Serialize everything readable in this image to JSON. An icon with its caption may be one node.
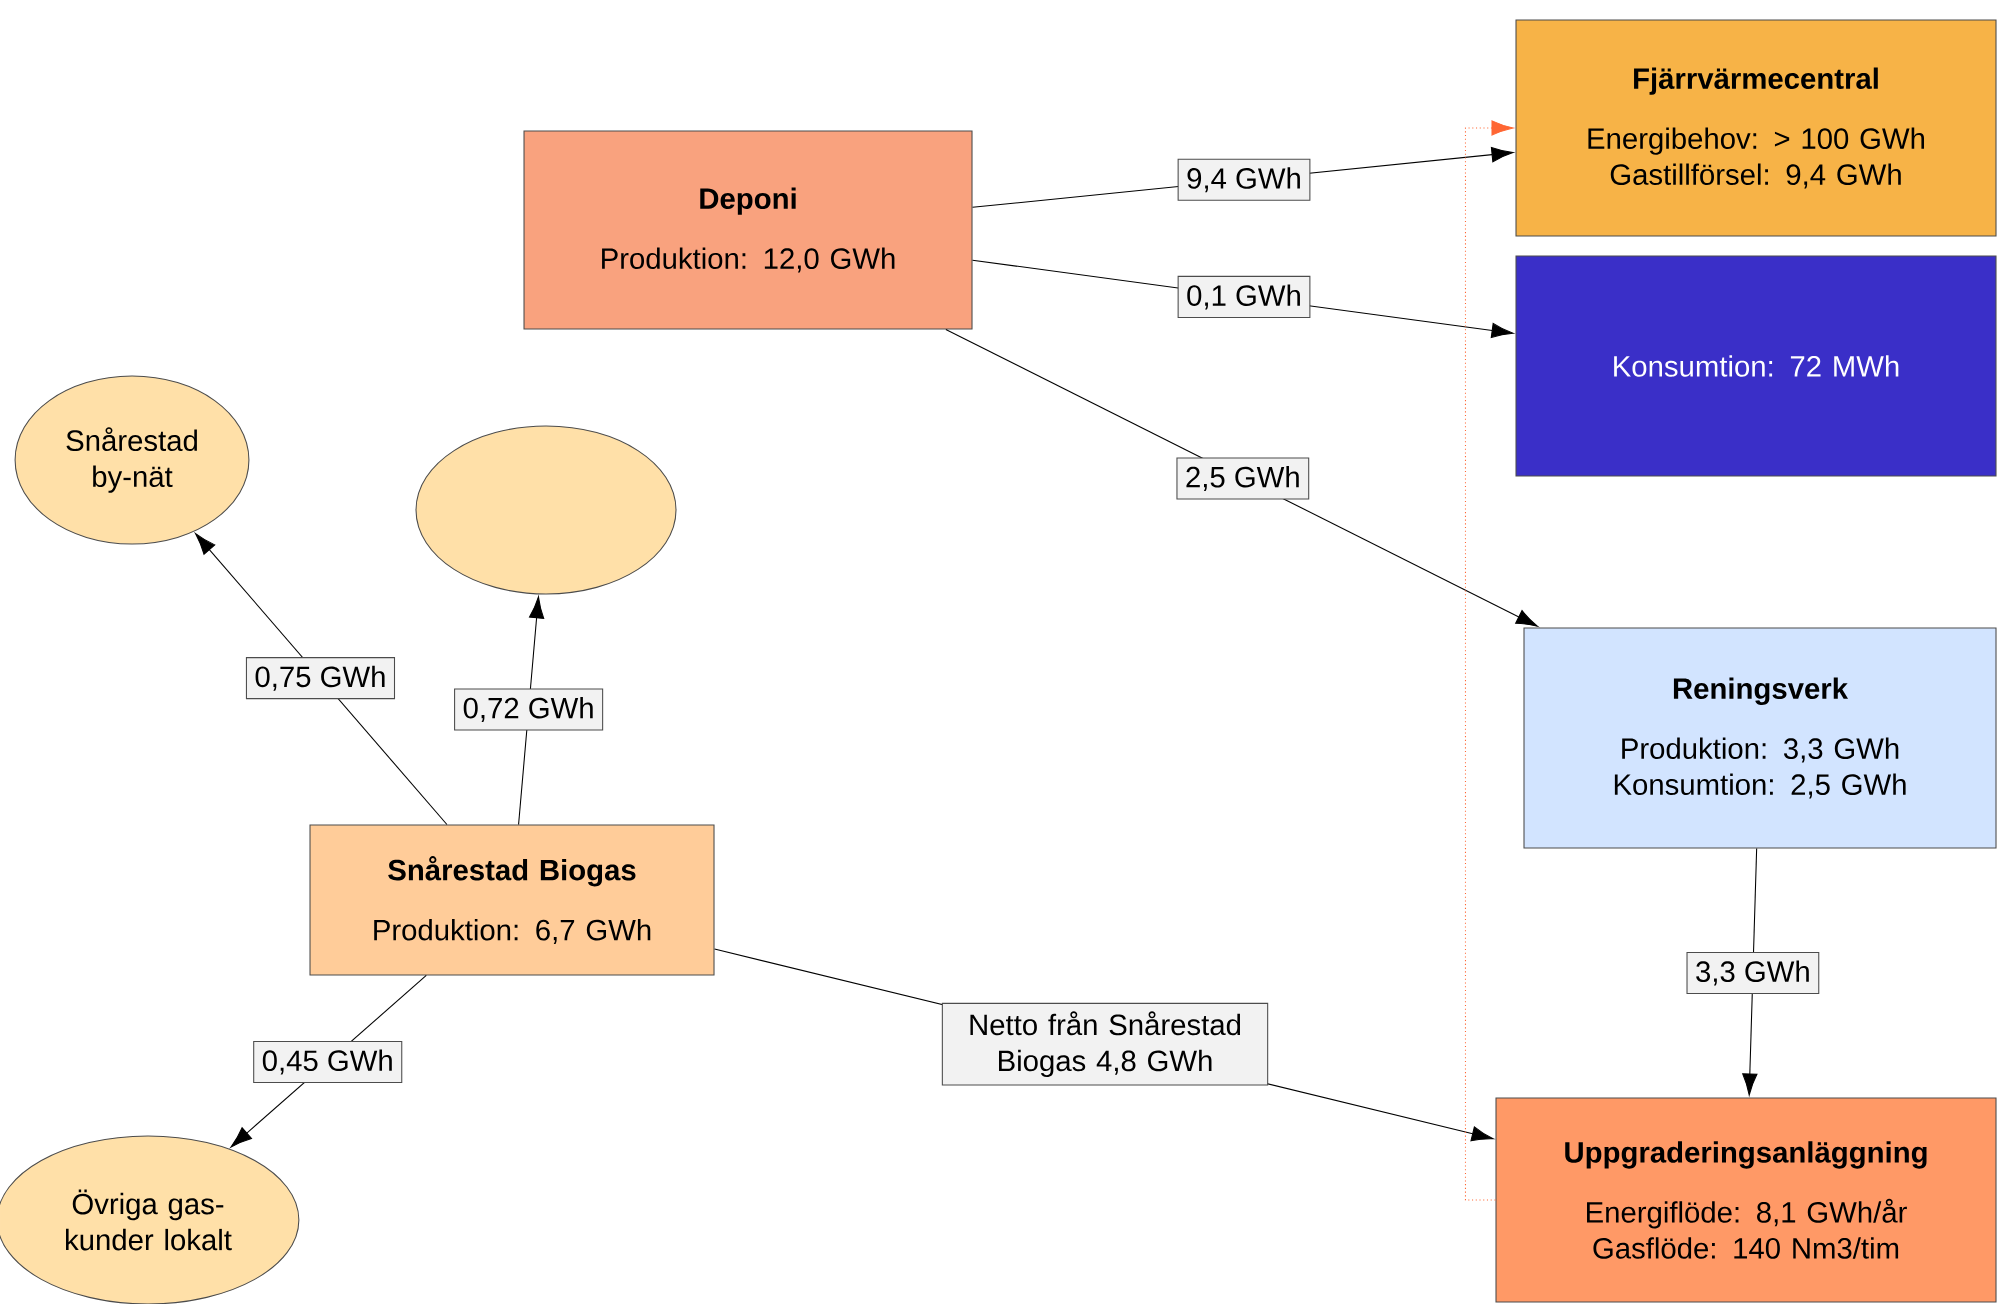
{
  "diagram": {
    "nodes": [
      {
        "text": [
          "Deponi",
          "Produktion: 12,0 GWh"
        ]
      },
      {
        "text": [
          "Fjärrvärmecentral",
          "Energibehov: > 100 GWh Gastillförsel: 9,4 GWh"
        ]
      },
      {
        "text": [
          "Konsumtion: 72 MWh"
        ]
      },
      {
        "text": [
          "Reningsverk",
          "Produktion: 3,3 GWh Konsumtion: 2,5 GWh"
        ]
      },
      {
        "text": [
          "Uppgraderingsanläggning",
          "Energiflöde: 8,1 GWh/år Gasflöde: 140 Nm3/tim"
        ]
      },
      {
        "text": [
          "Snårestad Biogas",
          "Produktion: 6,7 GWh"
        ]
      },
      {
        "text": [
          "Snårestad by-nät"
        ]
      },
      {
        "text": [],
        "shape": "ellipse"
      },
      {
        "text": [
          "Övriga gas- kunder lokalt"
        ]
      }
    ],
    "edges": [
      {
        "from": 0,
        "to": 1,
        "arrow": "to",
        "label": "9,4 GWh"
      },
      {
        "from": 0,
        "to": 2,
        "arrow": "to",
        "label": "0,1 GWh"
      },
      {
        "from": 0,
        "to": 3,
        "arrow": "to",
        "label": "2,5 GWh"
      },
      {
        "from": 3,
        "to": 4,
        "arrow": "to",
        "label": "3,3 GWh"
      },
      {
        "from": 5,
        "to": 4,
        "arrow": "to",
        "label": "Netto från Snårestad Biogas 4,8 GWh"
      },
      {
        "from": 5,
        "to": 6,
        "arrow": "to",
        "label": "0,75 GWh"
      },
      {
        "from": 5,
        "to": 7,
        "arrow": "to",
        "label": "0,72 GWh"
      },
      {
        "from": 5,
        "to": 8,
        "arrow": "to",
        "label": "0,45 GWh"
      },
      {
        "from": 4,
        "to": 1,
        "arrow": "to",
        "style": "dashed",
        "color": "#ff6633"
      }
    ]
  }
}
